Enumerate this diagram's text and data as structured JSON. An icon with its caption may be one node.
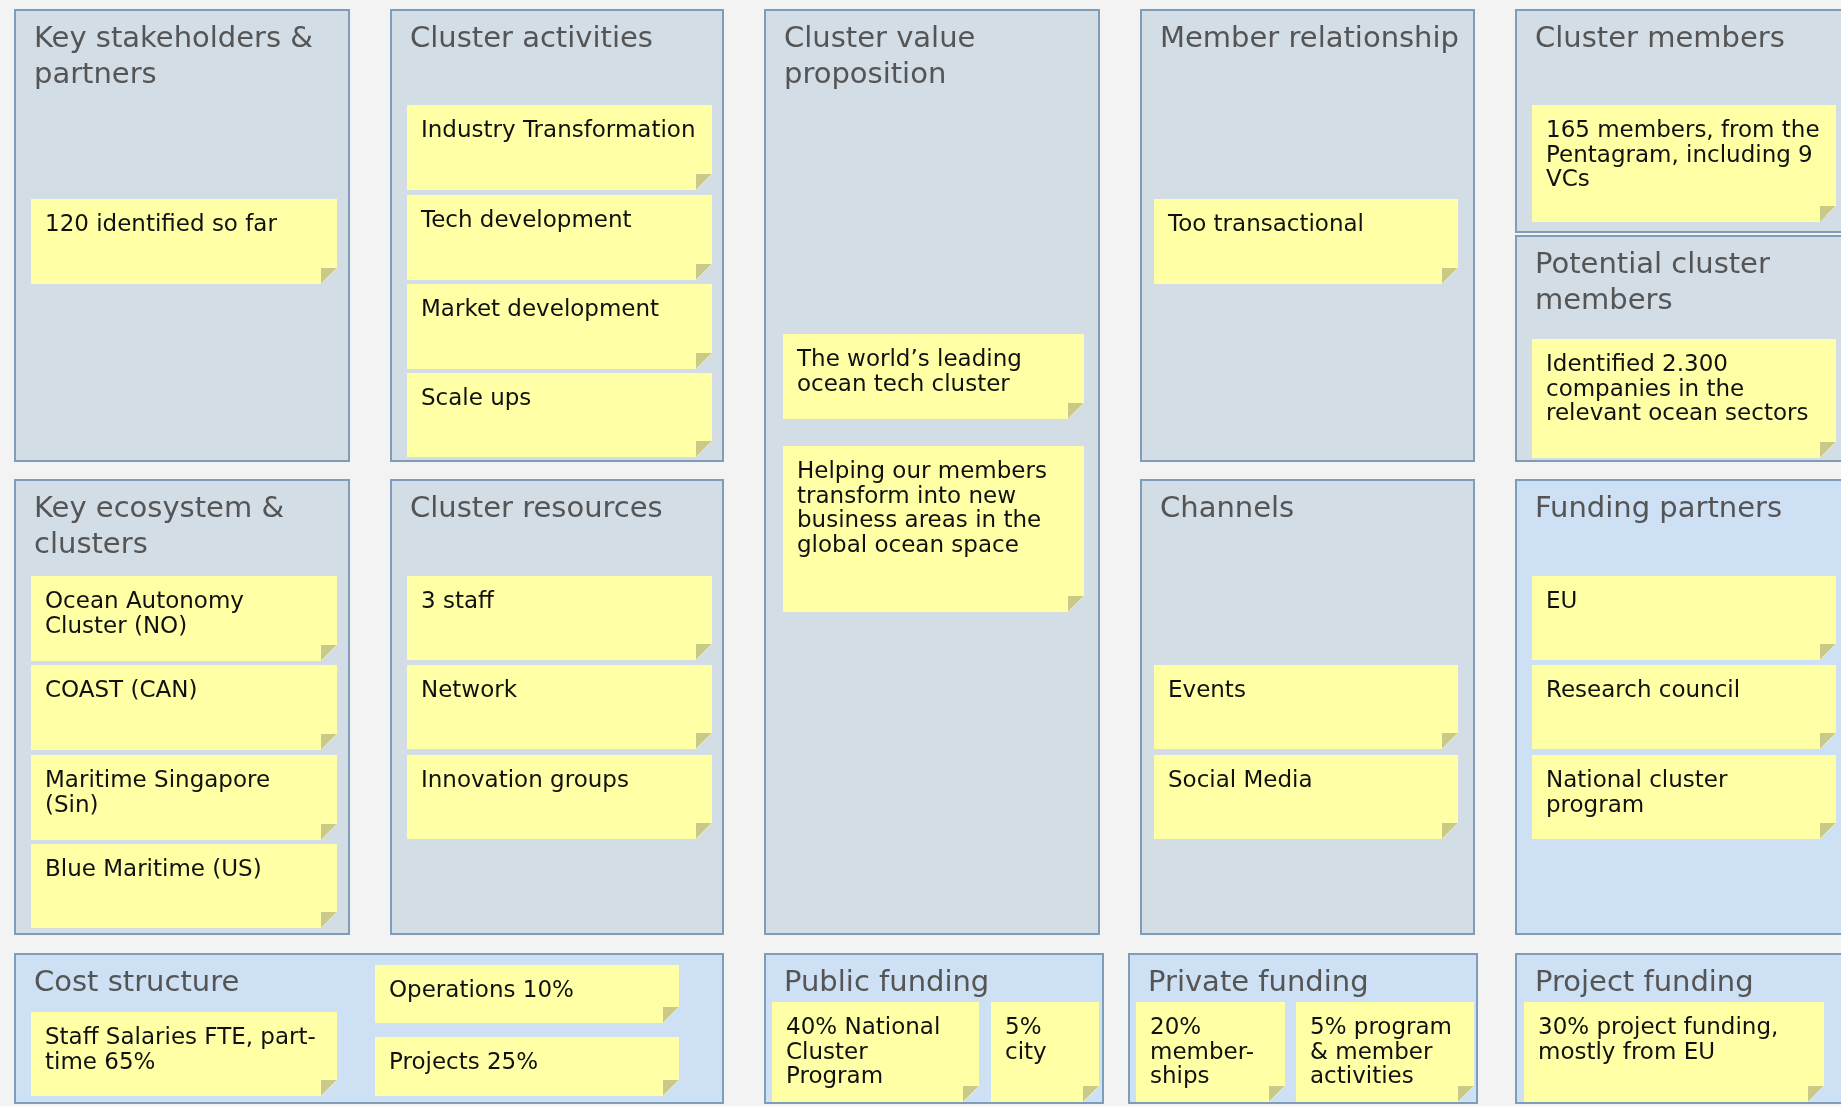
{
  "diagram": {
    "nodes": [
      {
        "text": [
          "Key stakeholders & partners"
        ]
      },
      {
        "text": [
          "120 identified so far"
        ],
        "in": 0
      },
      {
        "text": [
          "Cluster activities"
        ]
      },
      {
        "text": [
          "Industry Transformation"
        ],
        "in": 2
      },
      {
        "text": [
          "Tech development"
        ],
        "in": 2
      },
      {
        "text": [
          "Market development"
        ],
        "in": 2
      },
      {
        "text": [
          "Scale ups"
        ],
        "in": 2
      },
      {
        "text": [
          "Cluster value proposition"
        ]
      },
      {
        "text": [
          "The world’s leading ocean tech cluster"
        ],
        "in": 7
      },
      {
        "text": [
          "Helping our members transform into new business areas in the global ocean space"
        ],
        "in": 7
      },
      {
        "text": [
          "Member relationship"
        ]
      },
      {
        "text": [
          "Too transactional"
        ],
        "in": 10
      },
      {
        "text": [
          "Cluster members"
        ]
      },
      {
        "text": [
          "165 members, from the Pentagram, including 9 VCs"
        ],
        "in": 12
      },
      {
        "text": [
          "Potential cluster members"
        ]
      },
      {
        "text": [
          "Identified 2.300 companies in the relevant ocean sectors"
        ],
        "in": 14
      },
      {
        "text": [
          "Key ecosystem & clusters"
        ]
      },
      {
        "text": [
          "Ocean Autonomy Cluster (NO)"
        ],
        "in": 16
      },
      {
        "text": [
          "COAST (CAN)"
        ],
        "in": 16
      },
      {
        "text": [
          "Maritime Singapore (Sin)"
        ],
        "in": 16
      },
      {
        "text": [
          "Blue Maritime (US)"
        ],
        "in": 16
      },
      {
        "text": [
          "Cluster resources"
        ]
      },
      {
        "text": [
          "3 staff"
        ],
        "in": 21
      },
      {
        "text": [
          "Network"
        ],
        "in": 21
      },
      {
        "text": [
          "Innovation groups"
        ],
        "in": 21
      },
      {
        "text": [
          "Channels"
        ]
      },
      {
        "text": [
          "Events"
        ],
        "in": 25
      },
      {
        "text": [
          "Social Media"
        ],
        "in": 25
      },
      {
        "text": [
          "Funding partners"
        ]
      },
      {
        "text": [
          "EU"
        ],
        "in": 28
      },
      {
        "text": [
          "Research council"
        ],
        "in": 28
      },
      {
        "text": [
          "National cluster program"
        ],
        "in": 28
      },
      {
        "text": [
          "Cost structure"
        ]
      },
      {
        "text": [
          "Staff Salaries FTE, part-time 65%"
        ],
        "in": 32
      },
      {
        "text": [
          "Operations 10%"
        ],
        "in": 32
      },
      {
        "text": [
          "Projects 25%"
        ],
        "in": 32
      },
      {
        "text": [
          "Public funding"
        ]
      },
      {
        "text": [
          "40% National Cluster Program"
        ],
        "in": 36
      },
      {
        "text": [
          "5% city"
        ],
        "in": 36
      },
      {
        "text": [
          "Private funding"
        ]
      },
      {
        "text": [
          "20% member-ships"
        ],
        "in": 39
      },
      {
        "text": [
          "5% program & member activities"
        ],
        "in": 39
      },
      {
        "text": [
          "Project funding"
        ]
      },
      {
        "text": [
          "30% project funding, mostly from EU"
        ],
        "in": 42
      }
    ]
  }
}
